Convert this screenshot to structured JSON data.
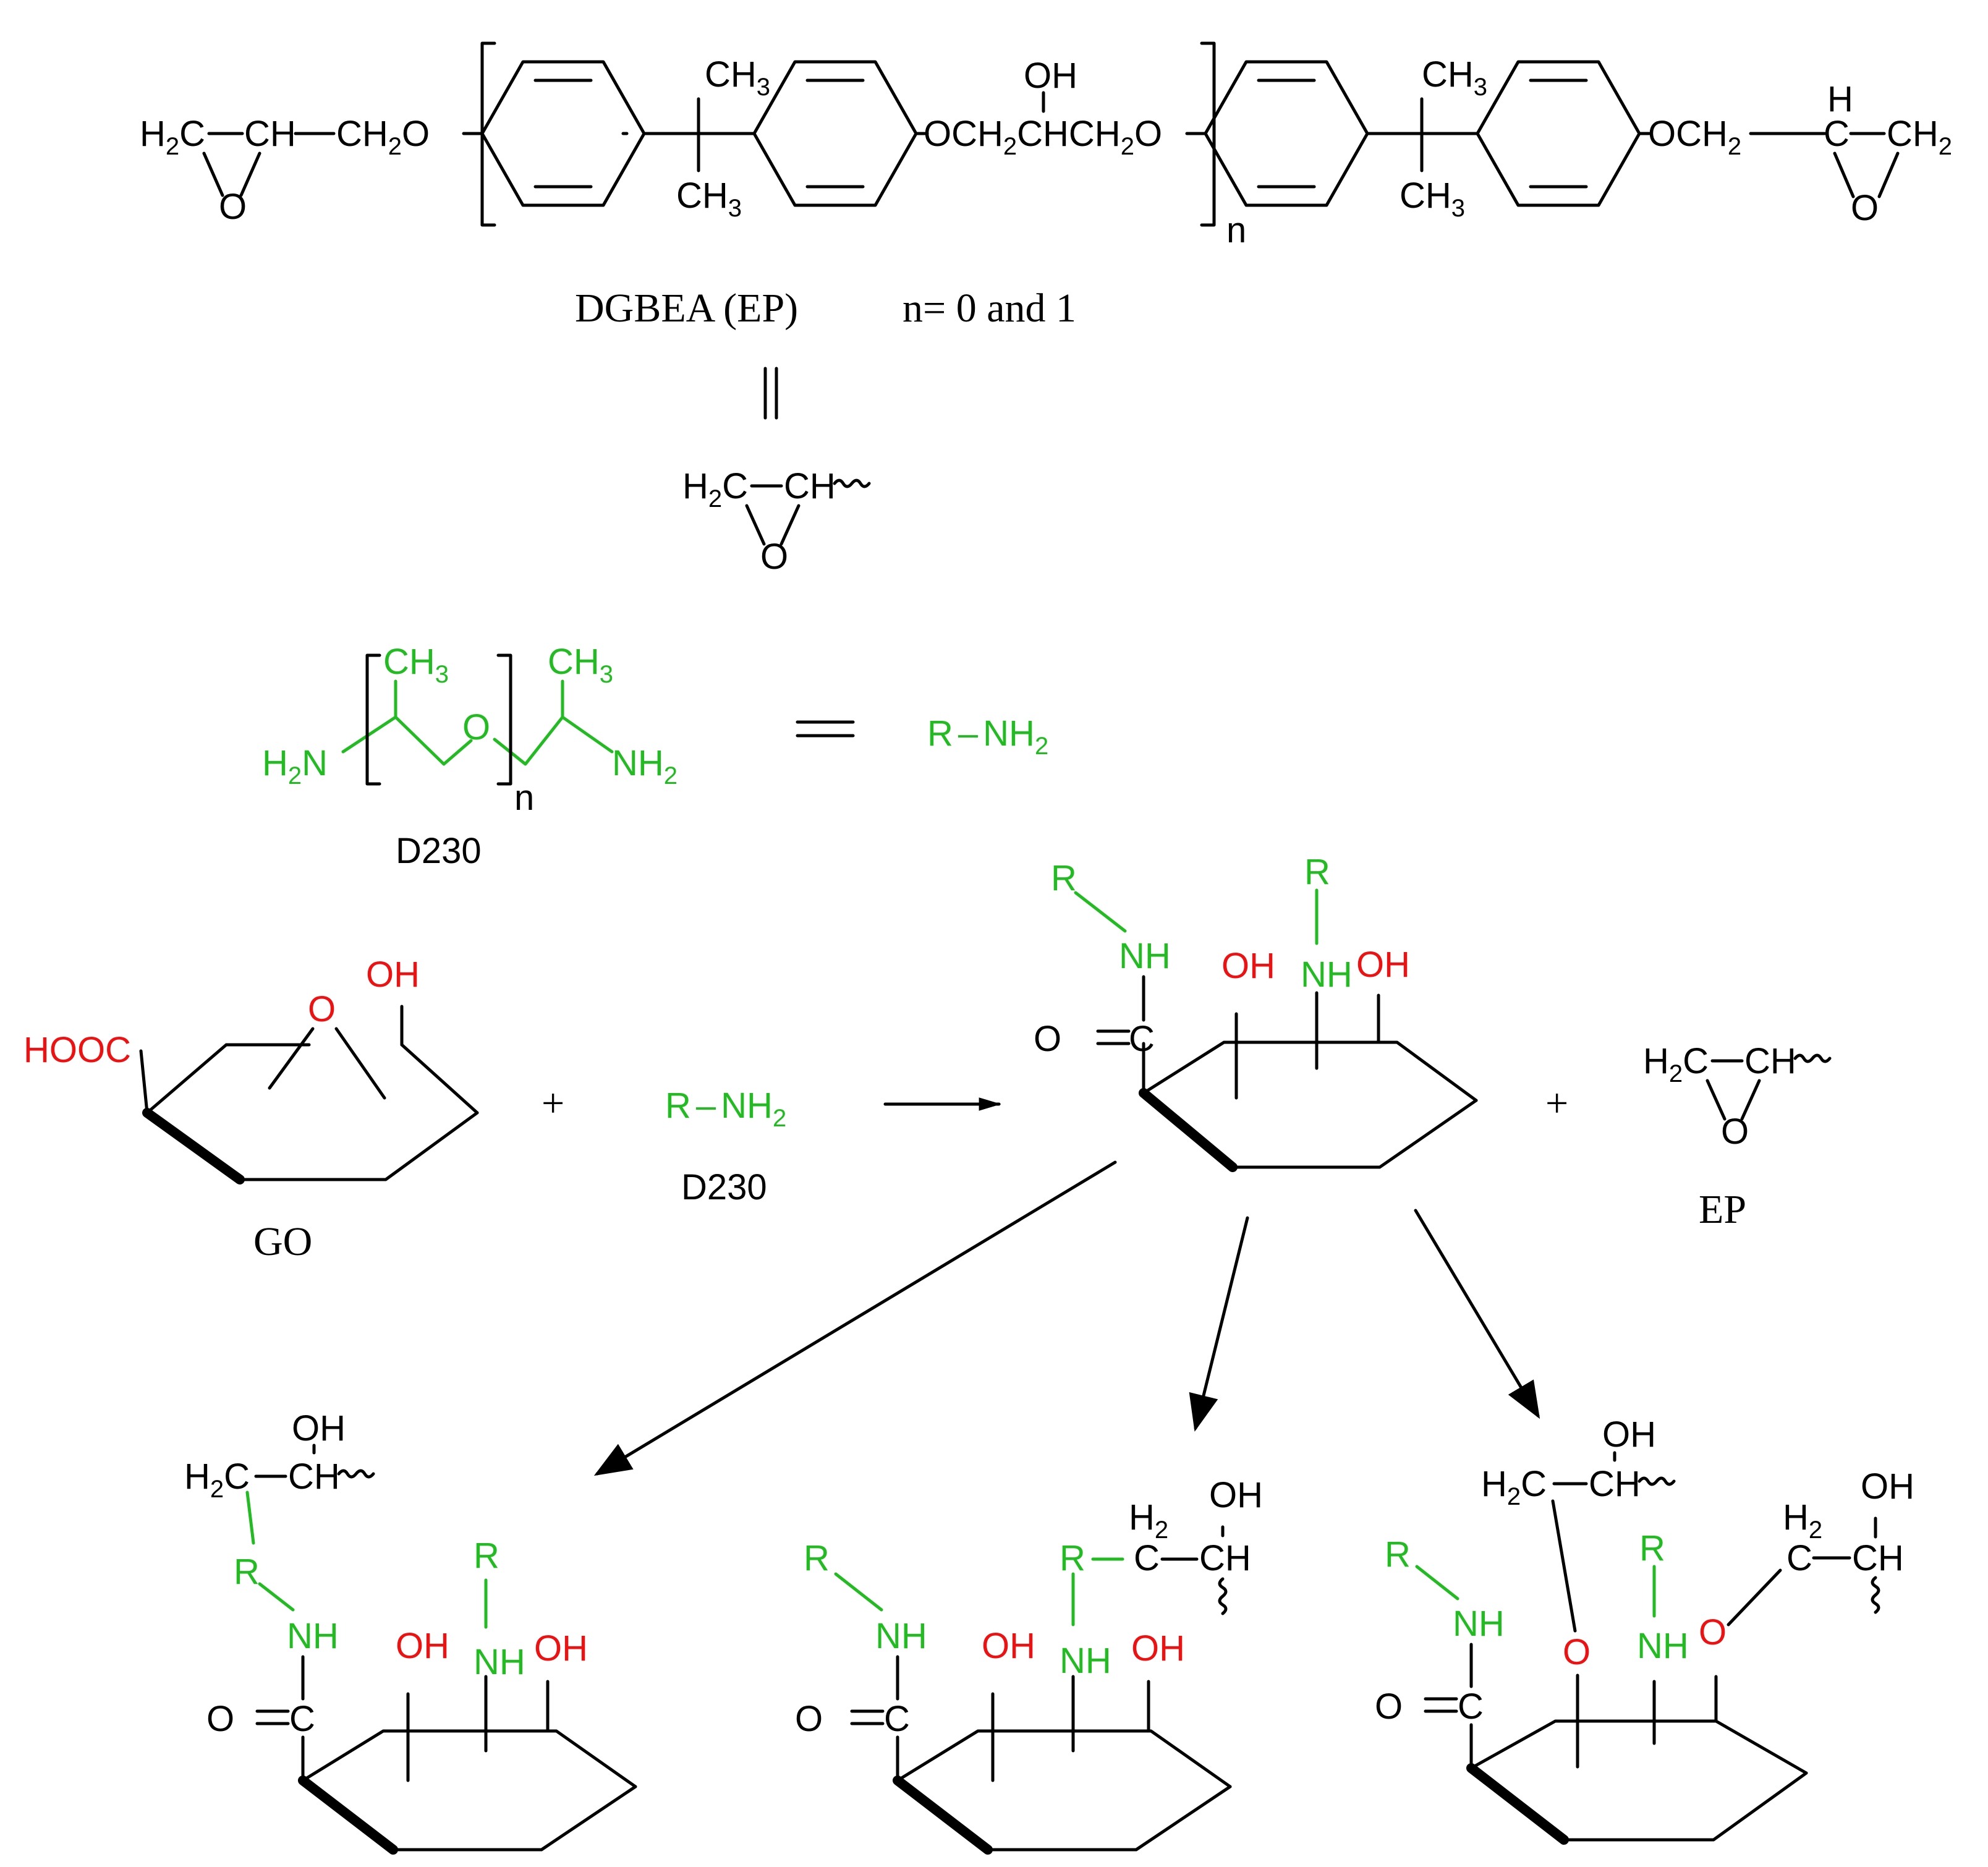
{
  "colors": {
    "black": "#000000",
    "green": "#22bb22",
    "red": "#ee1111"
  },
  "epoxy": {
    "name": "DGBEA (EP)",
    "n_note": "n= 0 and 1",
    "equivalent_sign": "||",
    "short_label": "EP",
    "end_group": {
      "h2c": "H",
      "h2c_sub": "2",
      "h2c_c": "C",
      "ch": "CH",
      "o": "O"
    },
    "chain": {
      "ch2o_left": "CH",
      "ch2o_left_sub": "2",
      "ch2o_left_o": "O",
      "ch3": "CH",
      "ch3_sub": "3",
      "bridge_o1": "OCH",
      "bridge_sub1": "2",
      "bridge_ch": "CHCH",
      "bridge_sub2": "2",
      "bridge_o2": "O",
      "oh": "OH",
      "n": "n",
      "ring_end_o": "OCH",
      "ring_end_sub": "2",
      "h_top": "H",
      "ch2_right": "CH",
      "ch2_right_sub": "2",
      "o_right": "O"
    }
  },
  "amine": {
    "name": "D230",
    "h2n": "H",
    "h2n_sub": "2",
    "h2n_n": "N",
    "nh2": "NH",
    "nh2_sub": "2",
    "ch3": "CH",
    "ch3_sub": "3",
    "o": "O",
    "n": "n",
    "equals": "=",
    "r_nh2_r": "R",
    "r_nh2_nh": "NH",
    "r_nh2_sub": "2"
  },
  "go": {
    "name": "GO",
    "hooc": "HOOC",
    "oh": "OH",
    "o": "O"
  },
  "reaction": {
    "plus": "+"
  },
  "groups": {
    "r": "R",
    "nh": "NH",
    "oh": "OH",
    "o": "O",
    "c": "C",
    "o_eq": "O",
    "h2": "H",
    "h2_sub": "2",
    "h2c": "H",
    "h2c_sub": "2",
    "h2c_c": "C",
    "ch": "CH",
    "h2c_dash_ch": "CH"
  }
}
